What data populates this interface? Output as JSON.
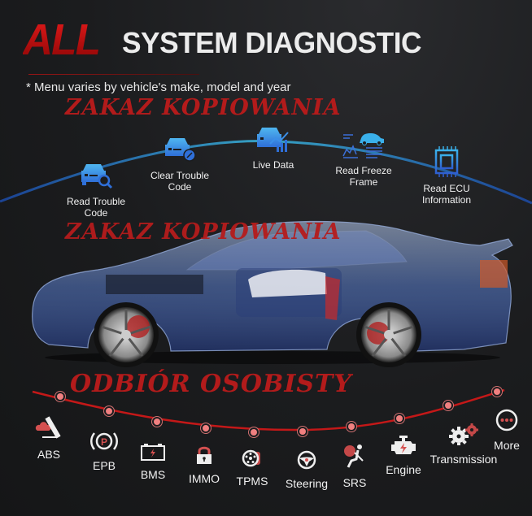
{
  "header": {
    "title_highlight": "ALL",
    "title_rest": "SYSTEM DIAGNOSTIC",
    "note": "* Menu varies by vehicle's make, model and year"
  },
  "watermarks": [
    "ZAKAZ KOPIOWANIA",
    "ZAKAZ KOPIOWANIA",
    "ODBIÓR OSOBISTY"
  ],
  "features": [
    {
      "label_line1": "Read Trouble",
      "label_line2": "Code",
      "icon": "car-magnifier-icon"
    },
    {
      "label_line1": "Clear Trouble",
      "label_line2": "Code",
      "icon": "car-clear-icon"
    },
    {
      "label_line1": "Live Data",
      "label_line2": "",
      "icon": "car-chart-icon"
    },
    {
      "label_line1": "Read Freeze",
      "label_line2": "Frame",
      "icon": "freeze-frame-icon"
    },
    {
      "label_line1": "Read ECU",
      "label_line2": "Information",
      "icon": "chip-icon"
    }
  ],
  "systems": [
    {
      "label": "ABS",
      "icon": "abs-icon"
    },
    {
      "label": "EPB",
      "icon": "parking-brake-icon"
    },
    {
      "label": "BMS",
      "icon": "battery-icon"
    },
    {
      "label": "IMMO",
      "icon": "lock-icon"
    },
    {
      "label": "TPMS",
      "icon": "tire-icon"
    },
    {
      "label": "Steering",
      "icon": "steering-wheel-icon"
    },
    {
      "label": "SRS",
      "icon": "airbag-icon"
    },
    {
      "label": "Engine",
      "icon": "engine-icon"
    },
    {
      "label": "Transmission",
      "icon": "gears-icon"
    },
    {
      "label": "More",
      "icon": "more-icon"
    }
  ],
  "colors": {
    "accent_red": "#c31414",
    "accent_blue": "#3b8fe8",
    "background": "#1b1c1e",
    "curve_red": "#c41818",
    "dot_pink": "#f08080"
  }
}
